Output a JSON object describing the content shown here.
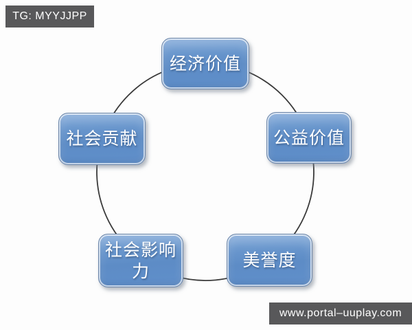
{
  "watermark_top": {
    "text": "TG: MYYJJPP"
  },
  "watermark_bottom": {
    "text": "www.portal–uuplay.com"
  },
  "diagram": {
    "type": "cycle",
    "nodes": [
      {
        "label": "经济价值",
        "position": "top"
      },
      {
        "label": "公益价值",
        "position": "right"
      },
      {
        "label": "美誉度",
        "position": "bottom-right"
      },
      {
        "label": "社会影响力",
        "position": "bottom-left"
      },
      {
        "label": "社会贡献",
        "position": "left"
      }
    ],
    "colors": {
      "node_fill": "#5d8cc6",
      "node_highlight": "#7ba4d7",
      "node_text": "#ffffff",
      "connector": "#3a3a3a",
      "watermark_bg": "#58585a",
      "watermark_text": "#ffffff",
      "background": "#fdfdfd"
    }
  }
}
